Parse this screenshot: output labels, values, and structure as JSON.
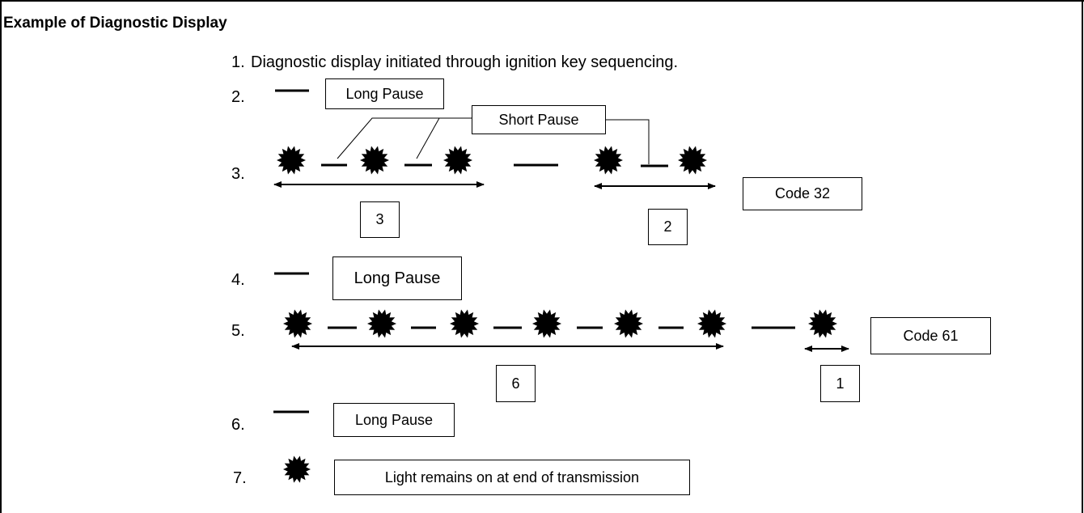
{
  "title": "Example of Diagnostic Display",
  "steps": {
    "s1": {
      "num": "1.",
      "text": "Diagnostic display initiated through ignition key sequencing."
    },
    "s2": {
      "num": "2."
    },
    "s3": {
      "num": "3."
    },
    "s4": {
      "num": "4."
    },
    "s5": {
      "num": "5."
    },
    "s6": {
      "num": "6."
    },
    "s7": {
      "num": "7."
    }
  },
  "labels": {
    "long_pause": "Long Pause",
    "short_pause": "Short Pause",
    "code_32": "Code 32",
    "code_61": "Code 61",
    "light_remains": "Light remains on at end of transmission"
  },
  "counts": {
    "tens_32": "3",
    "units_32": "2",
    "tens_61": "6",
    "units_61": "1"
  },
  "flash_counts": {
    "code_32": [
      3,
      2
    ],
    "code_61": [
      6,
      1
    ]
  },
  "icons": {
    "flash": "starburst-flash-icon",
    "pause": "dash-pause-icon",
    "span": "double-arrow-icon"
  },
  "colors": {
    "ink": "#000000",
    "background": "#ffffff"
  }
}
